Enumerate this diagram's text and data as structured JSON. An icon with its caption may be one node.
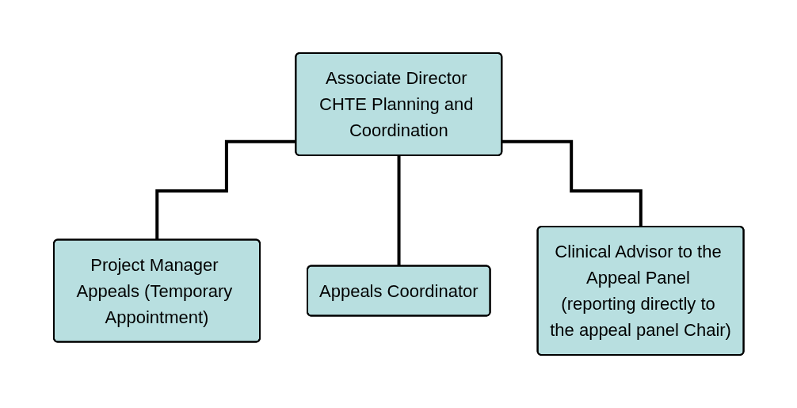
{
  "diagram": {
    "nodes": [
      {
        "text": [
          "Associate Director CHTE Planning and Coordination"
        ]
      },
      {
        "text": [
          "Project Manager Appeals (Temporary Appointment)"
        ]
      },
      {
        "text": [
          "Appeals Coordinator"
        ]
      },
      {
        "text": [
          "Clinical Advisor to the Appeal Panel (reporting directly to the appeal panel Chair)"
        ]
      }
    ],
    "edges": [
      {
        "from": 0,
        "to": 1,
        "arrow": "none"
      },
      {
        "from": 0,
        "to": 2,
        "arrow": "none"
      },
      {
        "from": 0,
        "to": 3,
        "arrow": "none"
      }
    ]
  }
}
